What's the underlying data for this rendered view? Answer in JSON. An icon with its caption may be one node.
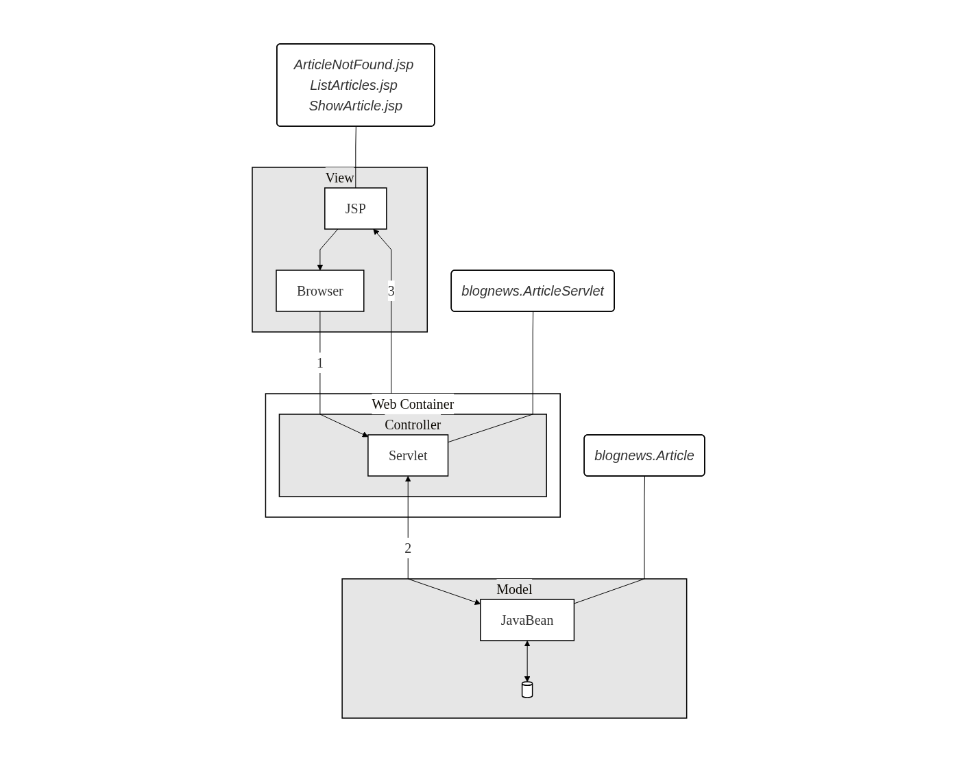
{
  "diagram": {
    "nodes": [
      {
        "text": [
          "ArticleNotFound.jsp ListArticles.jsp ShowArticle.jsp"
        ]
      },
      {
        "text": [
          "View"
        ]
      },
      {
        "text": [
          "Browser"
        ],
        "in": 1
      },
      {
        "text": [
          "blognews.ArticleServlet"
        ]
      },
      {
        "text": [
          "Web Container"
        ]
      },
      {
        "text": [
          "JSP"
        ],
        "in": 1
      },
      {
        "text": [
          "Controller"
        ],
        "in": 4
      },
      {
        "text": [
          "Servlet"
        ],
        "in": 6
      },
      {
        "text": [
          "Model"
        ]
      },
      {
        "text": [
          "JavaBean"
        ],
        "in": 8
      },
      {
        "text": [],
        "shape": "cylinder",
        "in": 8
      },
      {
        "text": [
          "blognews.Article"
        ]
      }
    ],
    "edges": [
      {
        "from": 5,
        "to": 2,
        "arrow": "to"
      },
      {
        "from": 2,
        "to": 7,
        "arrow": "to",
        "label": "1"
      },
      {
        "from": 7,
        "to": 5,
        "arrow": "to",
        "label": "3"
      },
      {
        "from": 7,
        "to": 9,
        "arrow": "both",
        "label": "2"
      },
      {
        "from": 9,
        "to": 10,
        "arrow": "both"
      },
      {
        "from": 0,
        "to": 5,
        "arrow": "none"
      },
      {
        "from": 3,
        "to": 7,
        "arrow": "none"
      },
      {
        "from": 11,
        "to": 9,
        "arrow": "none"
      }
    ]
  }
}
